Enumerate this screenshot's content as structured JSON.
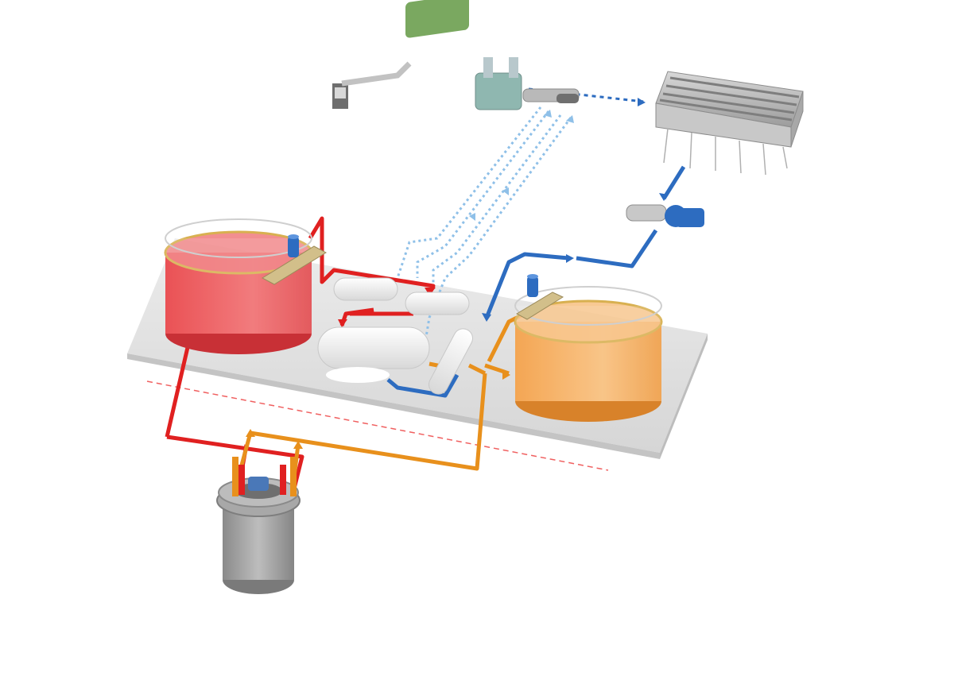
{
  "diagram": {
    "components": [
      {
        "id": "hot-salt-tank",
        "icon": "tank-icon",
        "fill": "#e8383d"
      },
      {
        "id": "cold-salt-tank",
        "icon": "tank-icon",
        "fill": "#f0a040"
      },
      {
        "id": "reactor-vessel",
        "icon": "reactor-icon",
        "fill": "#9a9a9a"
      },
      {
        "id": "heat-exchangers",
        "icon": "heat-exchanger-icon",
        "fill": "#f2f2f2"
      },
      {
        "id": "turbine-generator",
        "icon": "turbine-icon",
        "fill": "#7aa860"
      },
      {
        "id": "cooling-tower",
        "icon": "cooling-tower-icon",
        "fill": "#b8b8b8"
      },
      {
        "id": "feedwater-pump",
        "icon": "pump-icon",
        "fill": "#2d6cc0"
      },
      {
        "id": "tank-pump-hot",
        "icon": "pump-icon",
        "fill": "#2d6cc0"
      },
      {
        "id": "tank-pump-cold",
        "icon": "pump-icon",
        "fill": "#2d6cc0"
      }
    ],
    "flows": {
      "hot_salt": "#e02020",
      "cold_salt": "#e8901c",
      "water": "#2d6cc0",
      "steam": "#8fc0e8"
    },
    "base_platform": "#e2e2e2",
    "boundary_line": "#f06060"
  }
}
